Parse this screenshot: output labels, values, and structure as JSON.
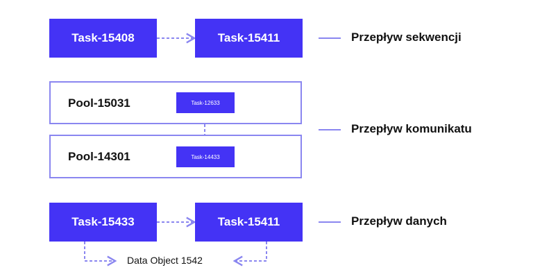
{
  "colors": {
    "task_fill": "#4433f5",
    "task_text": "#ffffff",
    "pool_border": "#8a86f0",
    "connector": "#8a86f0",
    "legend_line": "#8a86f0",
    "label_text": "#111111"
  },
  "sequence_row": {
    "task_a": "Task-15408",
    "task_b": "Task-15411",
    "legend": "Przepływ sekwencji"
  },
  "message_row": {
    "pool_top": "Pool-15031",
    "pool_top_task": "Task-12633",
    "pool_bottom": "Pool-14301",
    "pool_bottom_task": "Task-14433",
    "legend": "Przepływ komunikatu"
  },
  "data_row": {
    "task_a": "Task-15433",
    "task_b": "Task-15411",
    "data_object": "Data Object 1542",
    "legend": "Przepływ danych"
  }
}
